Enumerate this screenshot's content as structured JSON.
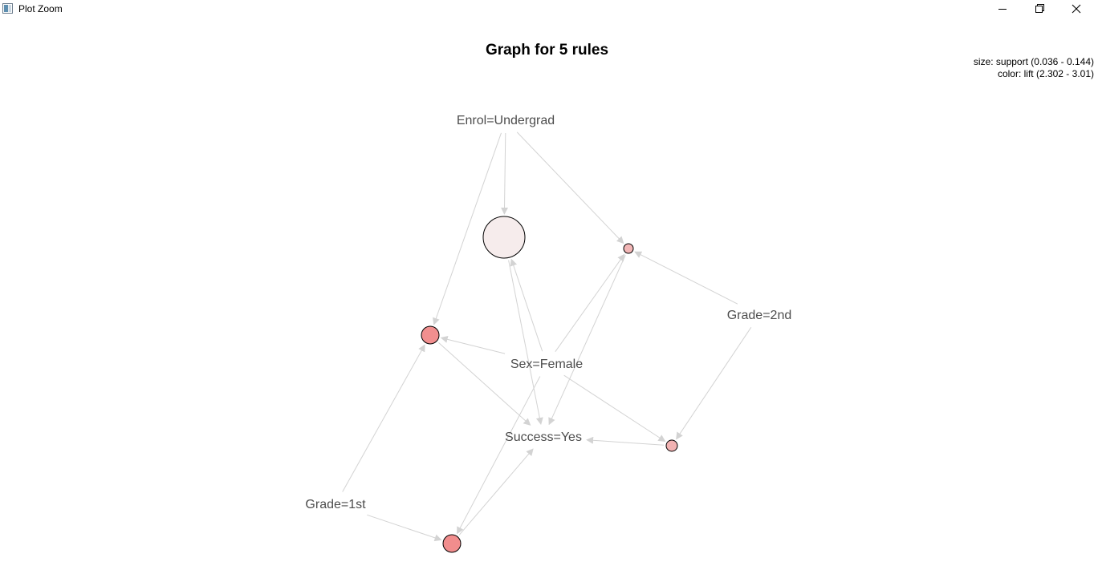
{
  "window": {
    "title": "Plot Zoom",
    "icon": "plot-window-icon",
    "controls": [
      "minimize-icon",
      "restore-icon",
      "close-icon"
    ]
  },
  "plot": {
    "title": "Graph for 5 rules",
    "legend": {
      "size": "size: support (0.036 - 0.144)",
      "color": "color: lift (2.302 - 3.01)"
    }
  },
  "graph": {
    "items": [
      {
        "id": "enrol",
        "label": "Enrol=Undergrad"
      },
      {
        "id": "grade2",
        "label": "Grade=2nd"
      },
      {
        "id": "sexf",
        "label": "Sex=Female"
      },
      {
        "id": "success",
        "label": "Success=Yes"
      },
      {
        "id": "grade1",
        "label": "Grade=1st"
      }
    ],
    "rules": [
      {
        "id": "r1",
        "fill": "#f6ecec"
      },
      {
        "id": "r2",
        "fill": "#f2b6b6"
      },
      {
        "id": "r3",
        "fill": "#f18f8f"
      },
      {
        "id": "r4",
        "fill": "#f2b2b2"
      },
      {
        "id": "r5",
        "fill": "#f18d8d"
      }
    ],
    "edges": [
      {
        "from": "enrol",
        "to": "r1"
      },
      {
        "from": "enrol",
        "to": "r2"
      },
      {
        "from": "enrol",
        "to": "r3"
      },
      {
        "from": "sexf",
        "to": "r1"
      },
      {
        "from": "sexf",
        "to": "r2"
      },
      {
        "from": "sexf",
        "to": "r3"
      },
      {
        "from": "sexf",
        "to": "r4"
      },
      {
        "from": "sexf",
        "to": "r5"
      },
      {
        "from": "grade2",
        "to": "r2"
      },
      {
        "from": "grade2",
        "to": "r4"
      },
      {
        "from": "grade1",
        "to": "r3"
      },
      {
        "from": "grade1",
        "to": "r5"
      },
      {
        "from": "r1",
        "to": "success"
      },
      {
        "from": "r2",
        "to": "success"
      },
      {
        "from": "r3",
        "to": "success"
      },
      {
        "from": "r4",
        "to": "success"
      },
      {
        "from": "r5",
        "to": "success"
      }
    ],
    "colors": {
      "edge": "#d3d3d3",
      "label": "#4d4d4d",
      "node_stroke": "#000000"
    }
  }
}
